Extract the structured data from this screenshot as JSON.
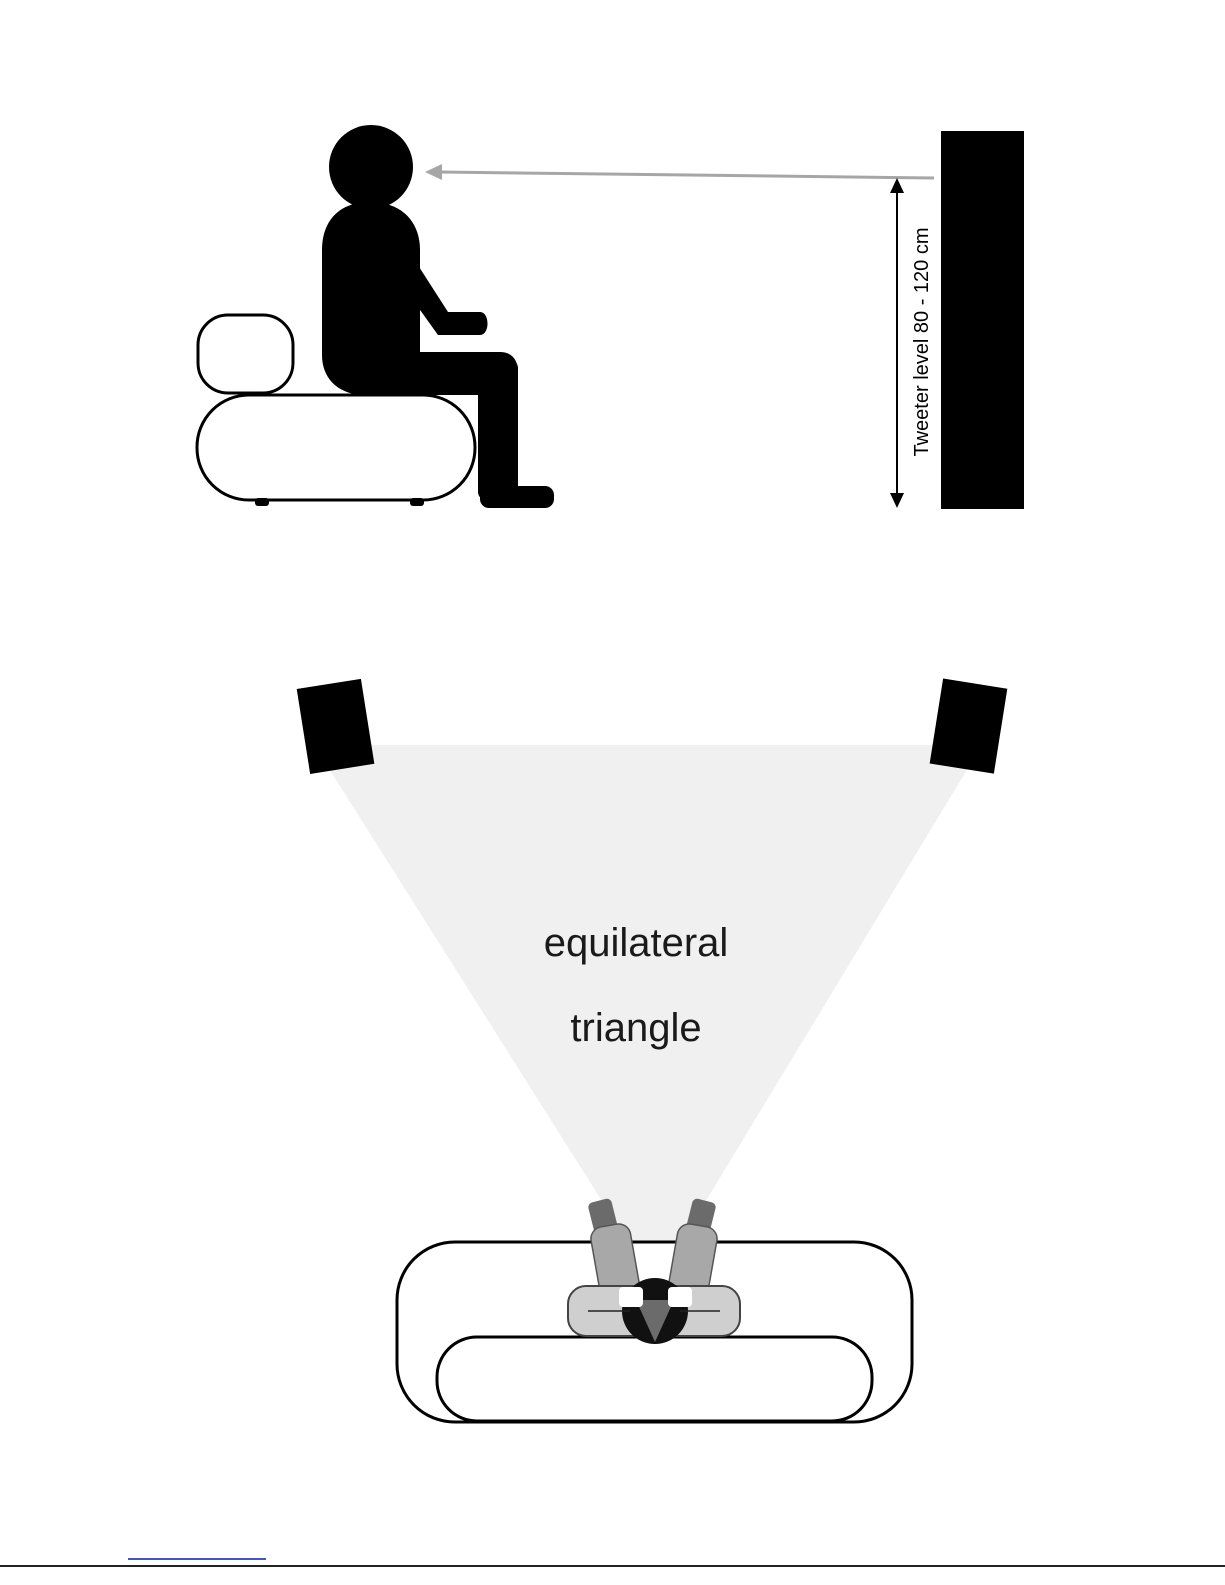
{
  "side_view": {
    "tweeter_label": "Tweeter level 80 - 120 cm"
  },
  "top_view": {
    "triangle_label_line1": "equilateral",
    "triangle_label_line2": "triangle"
  },
  "colors": {
    "silhouette": "#000000",
    "line_of_sight": "#a6a6a6",
    "triangle_fill": "#f0f0f0",
    "sofa_outline": "#000000",
    "arm_dark": "#6b6b6b",
    "arm_mid": "#a8a8a8",
    "body_light": "#cfcfcf",
    "footer_rule": "#3f56c8"
  }
}
